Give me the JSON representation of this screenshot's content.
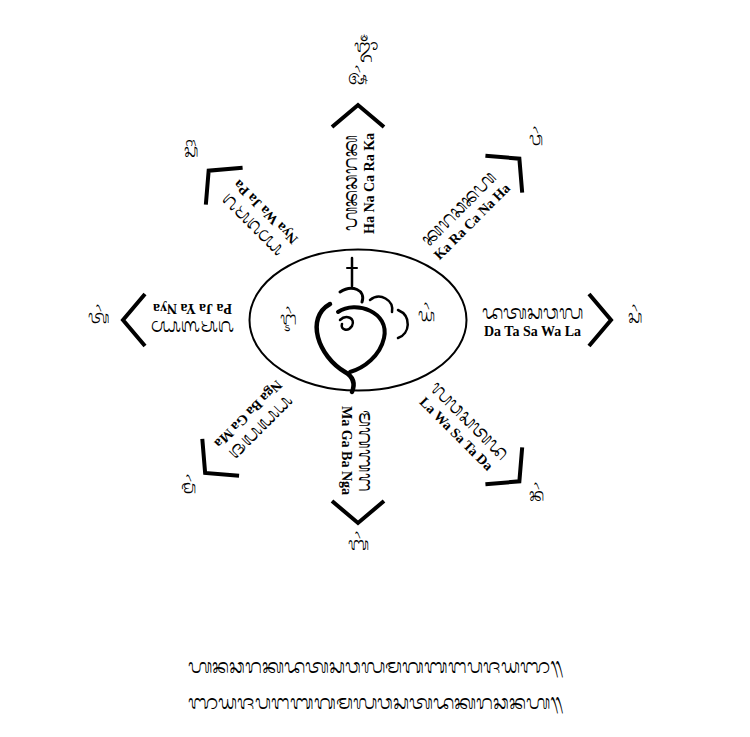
{
  "diagram": {
    "nodes": [
      {
        "text": [
          "ᬇᬂ",
          "ᬬᬂ"
        ]
      }
    ],
    "labels": [
      "ᬒᬁ",
      "ᬅᬂ",
      "ᬳᬦᬘᬭᬓ",
      "Ha Na Ca Ra Ka",
      "ᬯᬂ",
      "ᬓᬭᬘᬦᬳ",
      "Ka Ra Ca Na Ha",
      "ᬲᬂ",
      "ᬤᬢᬲᬯᬮ",
      "Da Ta Sa Wa La",
      "ᬦᬂ",
      "ᬮᬯᬲᬢᬤ",
      "La Wa Sa Ta Da",
      "ᬩᬂ",
      "ᬫᬕᬩᬗ",
      "Ma Ga Ba Nga",
      "ᬫᬂ",
      "ᬗᬩᬕᬫ",
      "Nga Ba Ga Ma",
      "ᬢᬂ",
      "ᬧᬚᬬᬜ",
      "Pa Ja Ya Nya",
      "ᬲᬶᬂ",
      "ᬜᬯᬚᬧ",
      "Nya Wa Ja Pa",
      "ᬳᬦᬘᬭᬓᬤᬢᬲᬯᬮᬫᬕᬩᬗᬧᬚᬬᬜ᭟",
      "ᬜᬬᬚᬧᬗᬩᬕᬫᬮᬯᬲᬢᬤᬓᬭᬘᬦᬳ᭟"
    ]
  }
}
